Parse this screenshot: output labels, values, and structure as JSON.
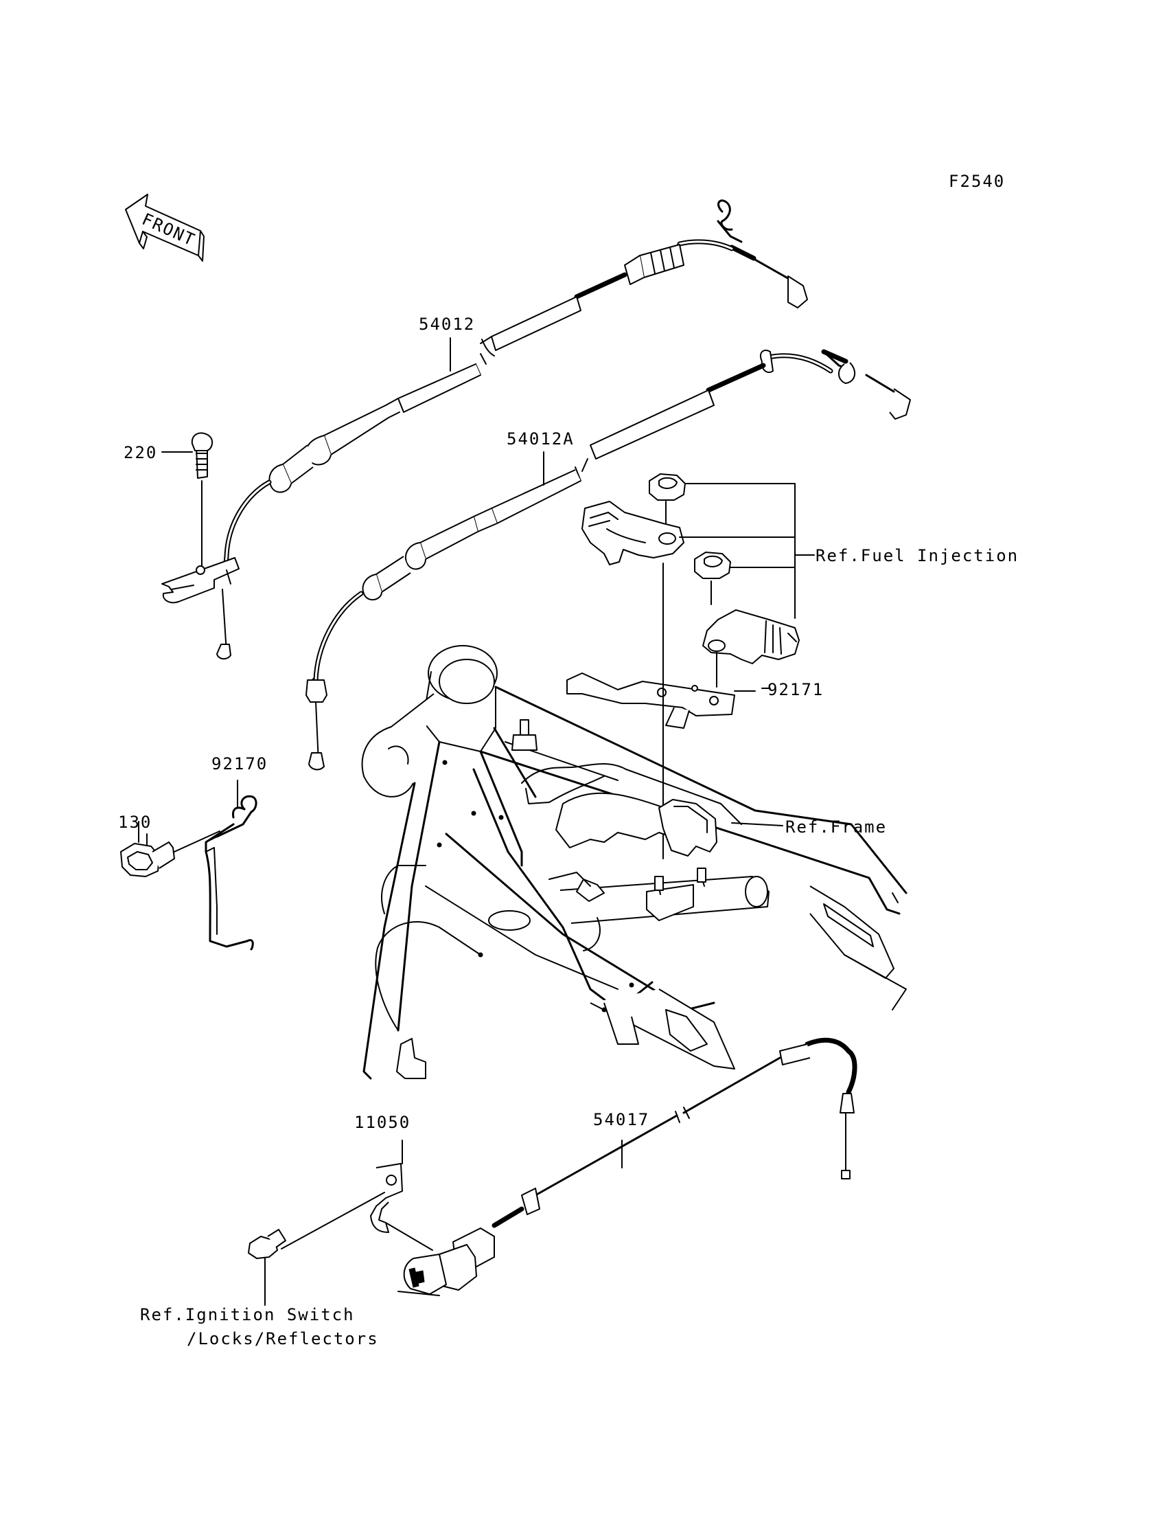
{
  "figure_code": "F2540",
  "front_arrow": {
    "text": "FRONT"
  },
  "labels": {
    "p54012": "54012",
    "p54012A": "54012A",
    "p220": "220",
    "p92170": "92170",
    "p130": "130",
    "p92171": "92171",
    "p11050": "11050",
    "p54017": "54017"
  },
  "references": {
    "fuel_injection": "Ref.Fuel Injection",
    "frame": "Ref.Frame",
    "ignition_line1": "Ref.Ignition Switch",
    "ignition_line2": "/Locks/Reflectors"
  },
  "colors": {
    "line": "#000000",
    "background": "#ffffff"
  }
}
